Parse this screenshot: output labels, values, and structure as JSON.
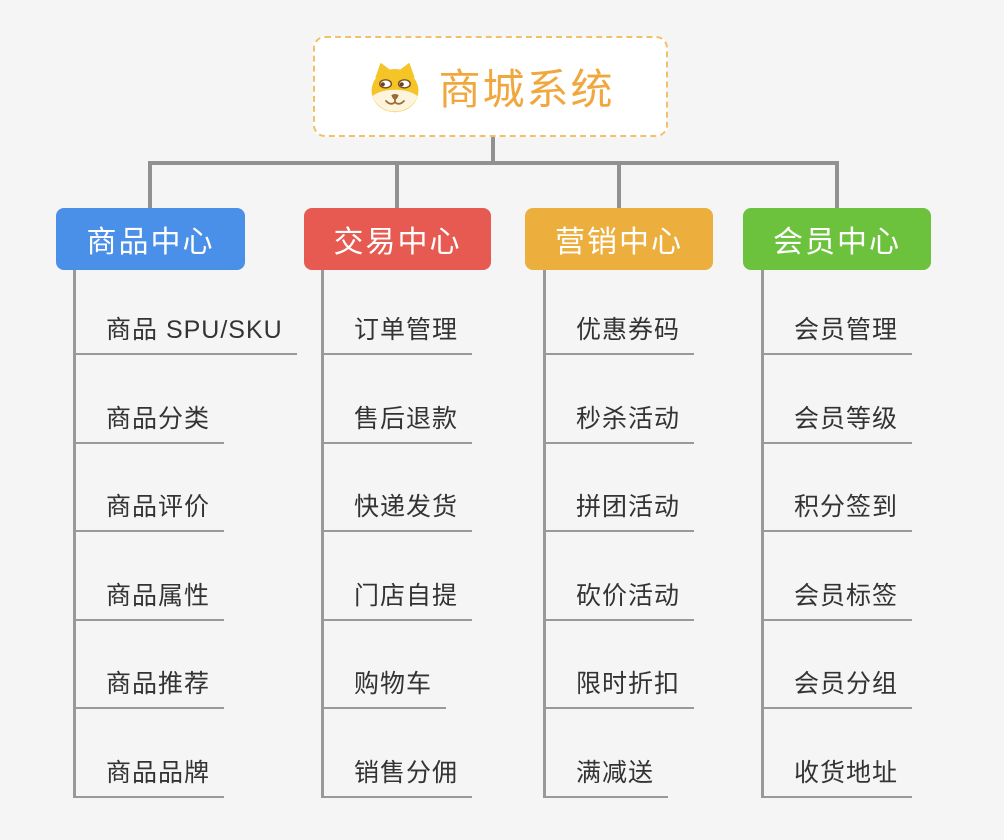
{
  "root": {
    "title": "商城系统",
    "icon": "shiba-dog-icon"
  },
  "branches": [
    {
      "label": "商品中心",
      "color": "#4a8fe8",
      "children": [
        "商品 SPU/SKU",
        "商品分类",
        "商品评价",
        "商品属性",
        "商品推荐",
        "商品品牌"
      ]
    },
    {
      "label": "交易中心",
      "color": "#e65a52",
      "children": [
        "订单管理",
        "售后退款",
        "快递发货",
        "门店自提",
        "购物车",
        "销售分佣"
      ]
    },
    {
      "label": "营销中心",
      "color": "#ecae3c",
      "children": [
        "优惠券码",
        "秒杀活动",
        "拼团活动",
        "砍价活动",
        "限时折扣",
        "满减送"
      ]
    },
    {
      "label": "会员中心",
      "color": "#6cc23d",
      "children": [
        "会员管理",
        "会员等级",
        "积分签到",
        "会员标签",
        "会员分组",
        "收货地址"
      ]
    }
  ],
  "colors": {
    "background": "#f5f5f5",
    "root_accent": "#f0a73e",
    "root_border": "#f3c06a",
    "connector_gray": "#919191",
    "line_gray": "#999999",
    "child_text": "#333333"
  }
}
